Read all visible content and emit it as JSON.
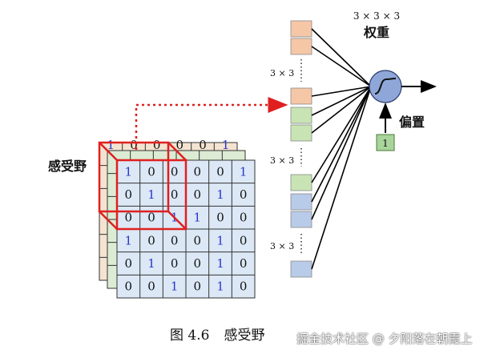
{
  "labels": {
    "receptive_field": "感受野",
    "weights": "权重",
    "weights_dim": "3 × 3 × 3",
    "bias": "偏置",
    "bias_value": "1",
    "segment_dim": "3 × 3"
  },
  "grid": {
    "rows": [
      [
        "1",
        "0",
        "0",
        "0",
        "0",
        "1"
      ],
      [
        "0",
        "1",
        "0",
        "0",
        "1",
        "0"
      ],
      [
        "0",
        "0",
        "1",
        "1",
        "0",
        "0"
      ],
      [
        "1",
        "0",
        "0",
        "0",
        "1",
        "0"
      ],
      [
        "0",
        "1",
        "0",
        "0",
        "1",
        "0"
      ],
      [
        "0",
        "0",
        "1",
        "0",
        "1",
        "0"
      ]
    ],
    "back_row_visible": [
      "1",
      "0",
      "0",
      "0",
      "0",
      "1"
    ],
    "mid_row_visible": [
      "1",
      "0",
      "0",
      "0",
      "0",
      "1"
    ]
  },
  "colors": {
    "front_layer": "#dce8f6",
    "middle_layer": "#dcecd4",
    "back_layer": "#f3e3d0",
    "highlight": "#e02020",
    "one_digit": "#2a36c8",
    "zero_digit": "#111111",
    "weight_orange": "#f6c7a6",
    "weight_green": "#c8e4b4",
    "weight_blue": "#b8cbe8",
    "neuron_fill": "#8fa7d8",
    "bias_fill": "#a9d49a"
  },
  "caption": {
    "figure_no": "图 4.6",
    "title": "感受野"
  },
  "watermark": "掘金技术社区 @ 夕阳落在朝霞上"
}
